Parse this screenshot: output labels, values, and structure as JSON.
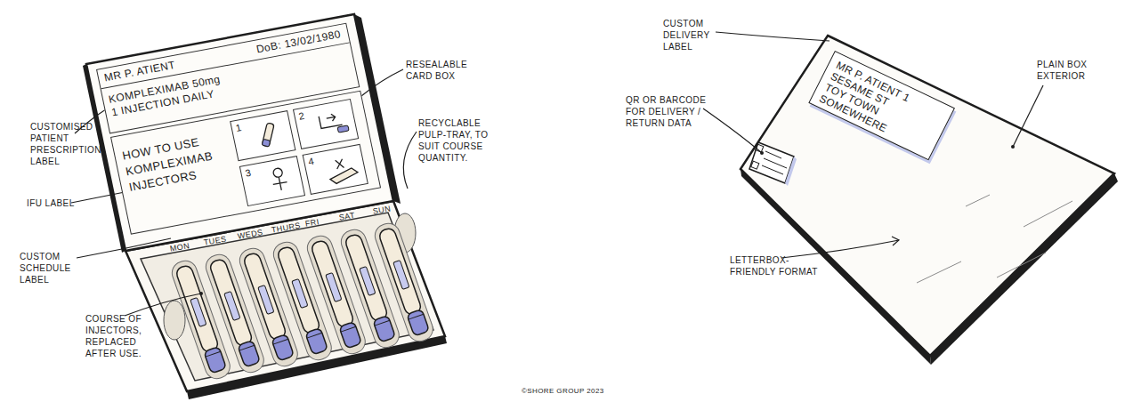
{
  "diagram": {
    "nodes": [
      {
        "text": [
          "MR P. ATIENT",
          "DoB: 13/02/1980",
          "KOMPLEXIMAB 50mg",
          "1 INJECTION DAILY"
        ]
      },
      {
        "text": [
          "HOW TO USE KOMPLEXIMAB INJECTORS"
        ]
      },
      {
        "text": [
          "1"
        ],
        "in": 1
      },
      {
        "text": [
          "2"
        ],
        "in": 1
      },
      {
        "text": [
          "3"
        ],
        "in": 1
      },
      {
        "text": [
          "4"
        ],
        "in": 1
      },
      {
        "text": [
          "MR P. ATIENT 1 SESAME ST TOY TOWN SOMEWHERE"
        ]
      }
    ],
    "labels": [
      "CUSTOMISED PATIENT PRESCRIPTION LABEL",
      "IFU LABEL",
      "CUSTOM SCHEDULE LABEL",
      "COURSE OF INJECTORS, REPLACED AFTER USE.",
      "RESEALABLE CARD BOX",
      "RECYCLABLE PULP-TRAY, TO SUIT COURSE QUANTITY.",
      "MON",
      "TUES",
      "WEDS",
      "THURS",
      "FRI",
      "SAT",
      "SUN",
      "CUSTOM DELIVERY LABEL",
      "QR OR BARCODE FOR DELIVERY / RETURN DATA",
      "PLAIN BOX EXTERIOR",
      "LETTERBOX-FRIENDLY FORMAT",
      "©SHORE GROUP 2023"
    ]
  }
}
